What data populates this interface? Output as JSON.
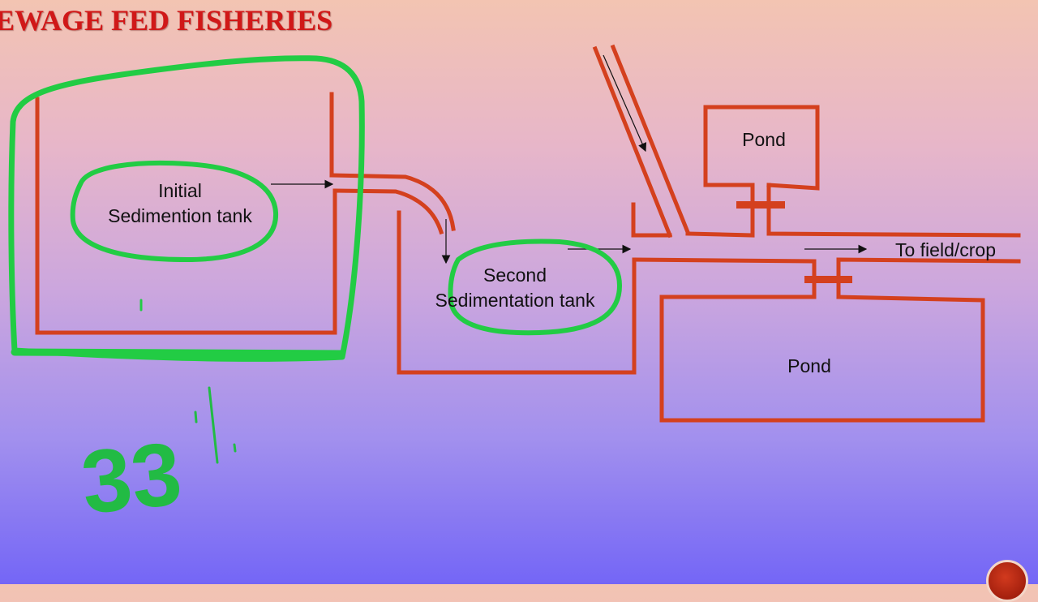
{
  "slide": {
    "title": "EWAGE FED FISHERIES"
  },
  "labels": {
    "initial_tank_line1": "Initial",
    "initial_tank_line2": "Sedimention tank",
    "second_tank_line1": "Second",
    "second_tank_line2": "Sedimentation tank",
    "pond_top": "Pond",
    "pond_bottom": "Pond",
    "outlet": "To field/crop"
  },
  "annotation": {
    "handwritten_number": "33"
  },
  "colors": {
    "pipe": "#d4401e",
    "highlight": "#22cc44",
    "title": "#d01818",
    "text": "#111111"
  }
}
